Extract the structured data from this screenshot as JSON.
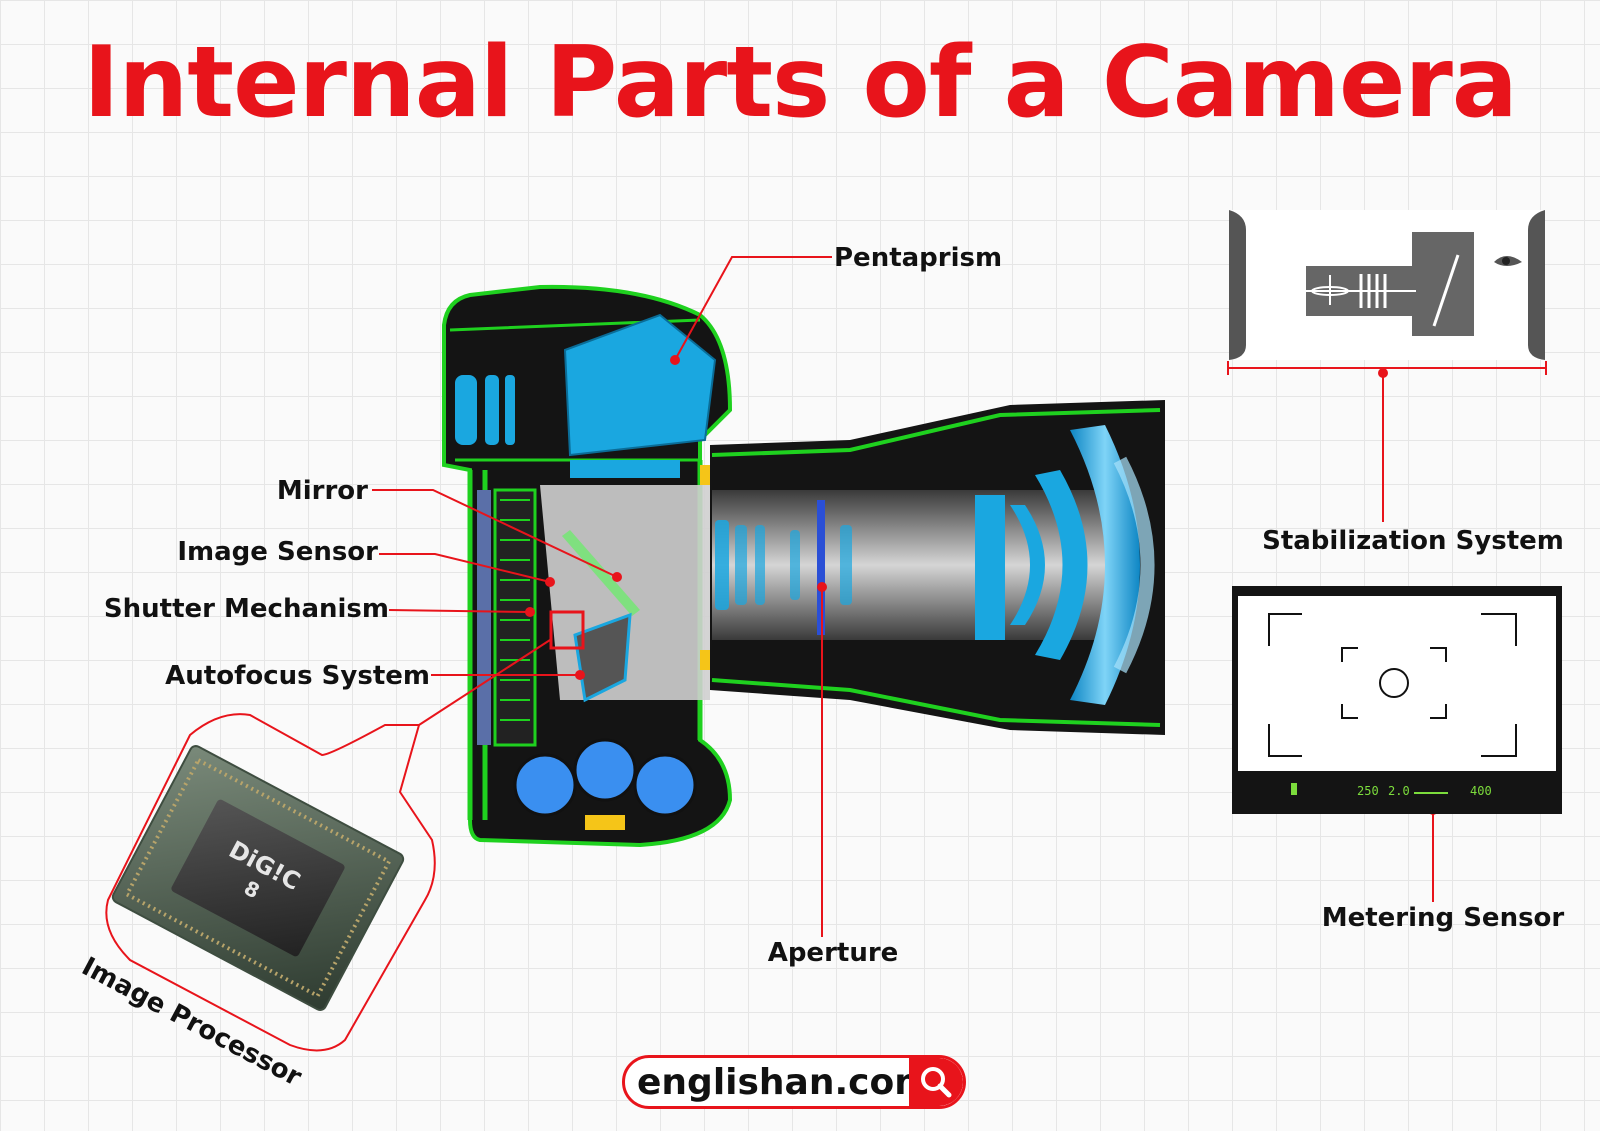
{
  "title": "Internal Parts of a Camera",
  "labels": {
    "pentaprism": "Pentaprism",
    "mirror": "Mirror",
    "image_sensor": "Image Sensor",
    "shutter_mechanism": "Shutter Mechanism",
    "autofocus_system": "Autofocus System",
    "aperture": "Aperture",
    "stabilization_system": "Stabilization System",
    "metering_sensor": "Metering Sensor",
    "image_processor": "Image Processor"
  },
  "chip": {
    "brand": "DiG!C",
    "number": "8"
  },
  "viewfinder_readout": {
    "shutter": "250",
    "aperture": "2.0",
    "iso": "400"
  },
  "website": "englishan.com",
  "icons": [
    "search-icon",
    "battery-icon",
    "eye-icon"
  ],
  "colors": {
    "title_red": "#e8141b",
    "camera_black": "#111111",
    "circuit_green": "#1fd11f",
    "lens_blue": "#1aa7e0",
    "callout_red": "#e8141b"
  }
}
